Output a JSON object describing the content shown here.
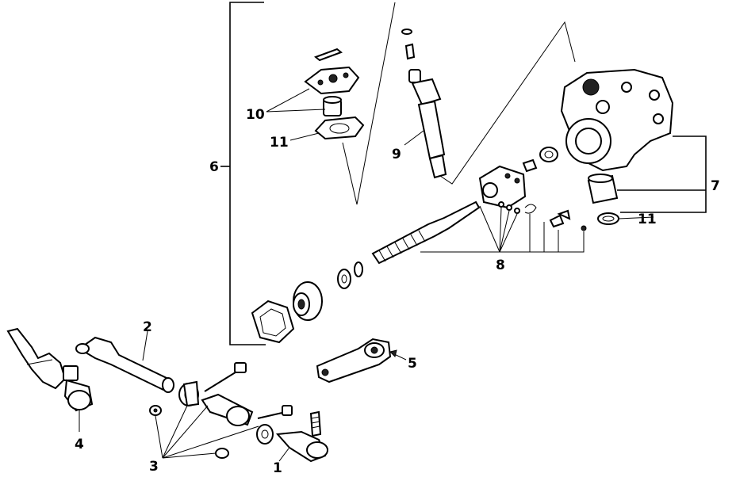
{
  "diagram": {
    "callouts": [
      {
        "id": "c1",
        "label": "1"
      },
      {
        "id": "c2",
        "label": "2"
      },
      {
        "id": "c3",
        "label": "3"
      },
      {
        "id": "c4",
        "label": "4"
      },
      {
        "id": "c5",
        "label": "5"
      },
      {
        "id": "c6",
        "label": "6"
      },
      {
        "id": "c7",
        "label": "7"
      },
      {
        "id": "c8",
        "label": "8"
      },
      {
        "id": "c9",
        "label": "9"
      },
      {
        "id": "c10",
        "label": "10"
      },
      {
        "id": "c11a",
        "label": "11"
      },
      {
        "id": "c11b",
        "label": "11"
      }
    ]
  }
}
